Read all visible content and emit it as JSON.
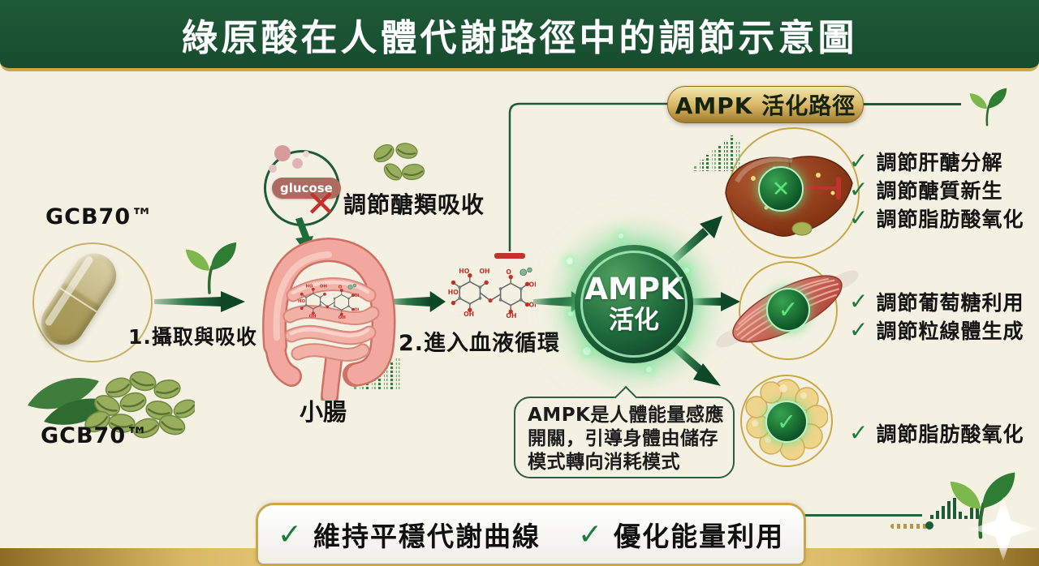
{
  "header": {
    "title": "綠原酸在人體代謝路徑中的調節示意圖"
  },
  "product": {
    "label_top": "GCB70™",
    "label_bottom": "GCB70™"
  },
  "flow": {
    "step1": "1.攝取與吸收",
    "step2": "2.進入血液循環"
  },
  "digestion": {
    "glucose_label": "glucose",
    "blocked_note": "調節醣類吸收",
    "organ_label": "小腸"
  },
  "ampk": {
    "badge_label": "AMPK 活化路徑",
    "circle_title": "AMPK",
    "circle_subtitle": "活化",
    "note_line1": "AMPK是人體能量感應",
    "note_line2": "開關，引導身體由儲存",
    "note_line3": "模式轉向消耗模式"
  },
  "pathways": {
    "liver": {
      "items": [
        "調節肝醣分解",
        "調節醣質新生",
        "調節脂肪酸氧化"
      ]
    },
    "muscle": {
      "items": [
        "調節葡萄糖利用",
        "調節粒線體生成"
      ]
    },
    "fat": {
      "items": [
        "調節脂肪酸氧化"
      ]
    }
  },
  "footer": {
    "benefit1": "維持平穩代謝曲線",
    "benefit2": "優化能量利用"
  },
  "icons": {
    "check": "✓",
    "cross": "✕"
  },
  "colors": {
    "header_green": "#1B5233",
    "accent_gold": "#C9A84C",
    "arrow_green": "#1D5C38",
    "alert_red": "#C1332A",
    "background": "#F5F1E2",
    "glow_green": "#60D686"
  }
}
